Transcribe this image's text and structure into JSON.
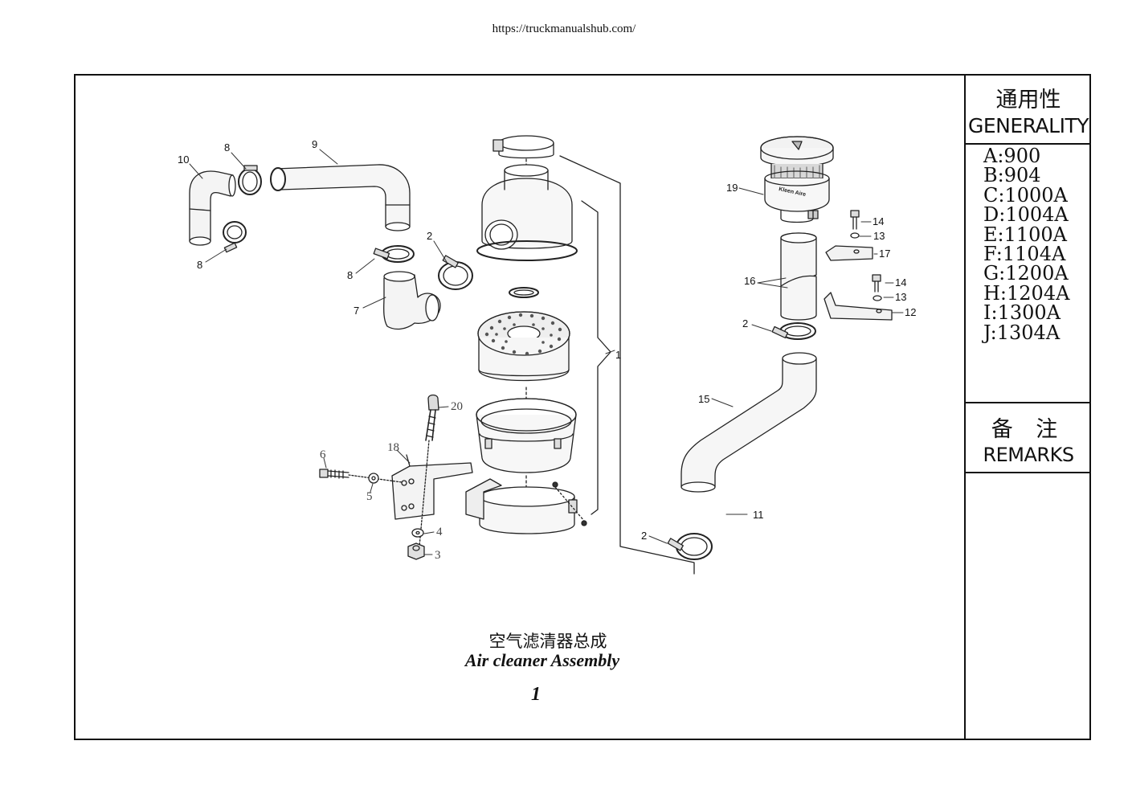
{
  "header": {
    "url": "https://truckmanualshub.com/"
  },
  "sidebar": {
    "generality_cn": "通用性",
    "generality_en": "GENERALITY",
    "models": [
      "A:900",
      "B:904",
      "C:1000A",
      "D:1004A",
      "E:1100A",
      "F:1104A",
      "G:1200A",
      "H:1204A",
      "I:1300A",
      "J:1304A"
    ],
    "remarks_cn": "备 注",
    "remarks_en": "REMARKS"
  },
  "diagram": {
    "callouts": [
      "1",
      "2",
      "2",
      "2",
      "3",
      "4",
      "5",
      "6",
      "7",
      "8",
      "8",
      "8",
      "9",
      "10",
      "11",
      "12",
      "13",
      "13",
      "14",
      "14",
      "15",
      "16",
      "17",
      "18",
      "19",
      "20"
    ],
    "brand_mark": "Kleen Aire"
  },
  "caption": {
    "title_cn": "空气滤清器总成",
    "title_en": "Air cleaner Assembly",
    "figure_number": "1"
  }
}
